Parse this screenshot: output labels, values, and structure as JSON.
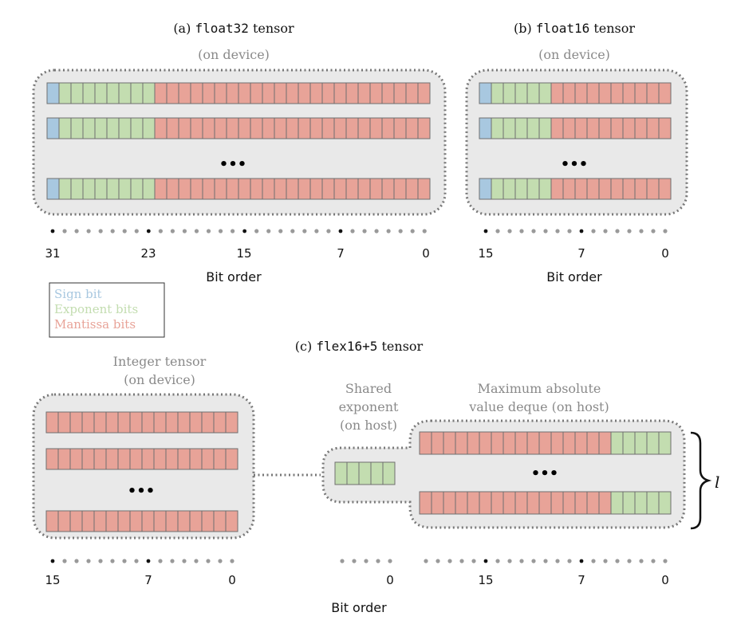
{
  "colors": {
    "sign": "#a8c8e0",
    "exponent": "#c3ddb0",
    "mantissa": "#e8a398",
    "box_fill": "#e9e9e9",
    "box_stroke": "#777777",
    "dot_gray": "#9a9a9a",
    "dot_black": "#111111",
    "muted_text": "#8a8a8a"
  },
  "panel_a": {
    "title_prefix": "(a)",
    "title_code": "float32",
    "title_suffix": "tensor",
    "subtitle": "(on device)",
    "bit_layout": {
      "sign": 1,
      "exponent": 8,
      "mantissa": 23
    },
    "rows_shown": 3,
    "ellipsis": "•••",
    "tick_labels": [
      "31",
      "23",
      "15",
      "7",
      "0"
    ],
    "axis_label": "Bit order"
  },
  "panel_b": {
    "title_prefix": "(b)",
    "title_code": "float16",
    "title_suffix": "tensor",
    "subtitle": "(on device)",
    "bit_layout": {
      "sign": 1,
      "exponent": 5,
      "mantissa": 10
    },
    "rows_shown": 3,
    "ellipsis": "•••",
    "tick_labels": [
      "15",
      "7",
      "0"
    ],
    "axis_label": "Bit order"
  },
  "legend": {
    "sign": "Sign bit",
    "exponent": "Exponent bits",
    "mantissa": "Mantissa bits"
  },
  "panel_c": {
    "title_prefix": "(c)",
    "title_code": "flex16+5",
    "title_suffix": "tensor",
    "integer_tensor": {
      "label_line1": "Integer tensor",
      "label_line2": "(on device)",
      "bits": 16,
      "ellipsis": "•••",
      "tick_labels": [
        "15",
        "7",
        "0"
      ]
    },
    "shared_exponent": {
      "label_line1": "Shared",
      "label_line2": "exponent",
      "label_line3": "(on host)",
      "bits": 5,
      "tick_labels": [
        "0"
      ]
    },
    "max_abs_deque": {
      "label_line1": "Maximum absolute",
      "label_line2": "value deque (on host)",
      "mantissa_bits": 16,
      "exponent_bits": 5,
      "ellipsis": "•••",
      "tick_labels": [
        "15",
        "7",
        "0"
      ],
      "brace_label": "l"
    },
    "axis_label": "Bit order"
  }
}
